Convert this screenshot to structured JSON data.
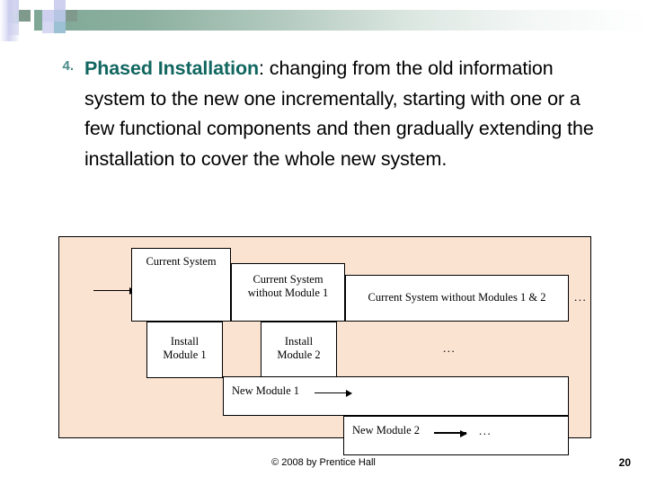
{
  "slide": {
    "bullet_number": "4.",
    "term": "Phased Installation",
    "body": ": changing from the old information system to the new one incrementally, starting with one or a few functional components and then gradually extending the installation to cover the whole new system.",
    "accent_color": "#116660",
    "number_color": "#4a8a89"
  },
  "diagram": {
    "background_color": "#fbe3d2",
    "box_color": "#ffffff",
    "boxes": [
      {
        "id": "current-system",
        "label": "Current System"
      },
      {
        "id": "current-system-wo-m1",
        "label": "Current System\nwithout Module 1",
        "line1": "Current System",
        "line2": "without Module 1"
      },
      {
        "id": "current-system-wo-m1-m2",
        "label": "Current System without Modules 1 & 2"
      },
      {
        "id": "install-module-1",
        "line1": "Install",
        "line2": "Module 1"
      },
      {
        "id": "install-module-2",
        "line1": "Install",
        "line2": "Module 2"
      },
      {
        "id": "new-module-1",
        "label": "New Module 1"
      },
      {
        "id": "new-module-2",
        "label": "New Module 2"
      }
    ],
    "ellipses": [
      {
        "id": "ellipsis-top-right",
        "text": "..."
      },
      {
        "id": "ellipsis-middle",
        "text": "..."
      },
      {
        "id": "ellipsis-bottom",
        "text": "..."
      }
    ],
    "arrows": [
      {
        "id": "arrow-entry"
      },
      {
        "id": "arrow-new-module-1"
      },
      {
        "id": "arrow-new-module-2"
      }
    ]
  },
  "footer": {
    "copyright": "© 2008 by Prentice Hall",
    "page_number": "20"
  }
}
